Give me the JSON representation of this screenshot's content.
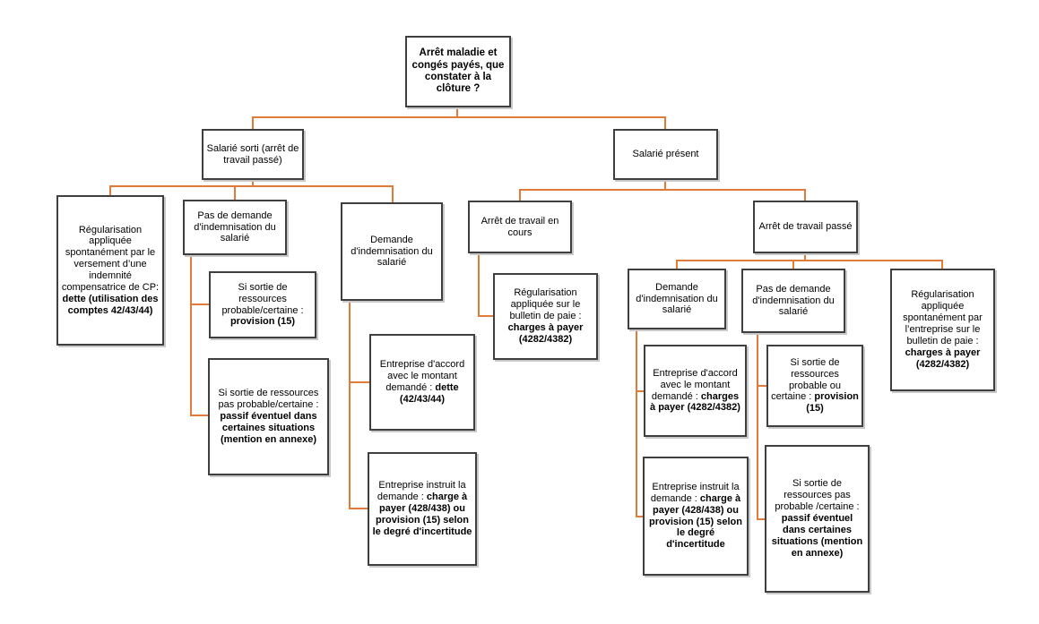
{
  "colors": {
    "connector": "#E07B39",
    "box_border": "#3F3F3F",
    "box_background": "#FFFFFF",
    "text": "#000000"
  },
  "nodes": {
    "root": {
      "pre": "",
      "bold": "Arrêt maladie et congés payés, que constater à la clôture ?"
    },
    "salarie_sorti": {
      "pre": "Salarié sorti (arrêt de travail passé)",
      "bold": ""
    },
    "salarie_present": {
      "pre": "Salarié présent",
      "bold": ""
    },
    "regularisation_indemnite_cp": {
      "pre": "Régularisation appliquée spontanément par le versement d’une indemnité compensatrice de CP: ",
      "bold": "dette (utilisation des comptes 42/43/44)"
    },
    "pas_demande_sorti": {
      "pre": "Pas de demande d'indemnisation du salarié",
      "bold": ""
    },
    "demande_sorti": {
      "pre": "Demande d'indemnisation du salarié",
      "bold": ""
    },
    "sortie_probable_sorti": {
      "pre": "Si sortie de ressources probable/certaine : ",
      "bold": "provision (15)"
    },
    "sortie_pas_probable_sorti": {
      "pre": "Si sortie de ressources pas probable/certaine : ",
      "bold": "passif éventuel dans certaines situations (mention en annexe)"
    },
    "entreprise_accord_sorti": {
      "pre": "Entreprise d'accord avec le montant demandé : ",
      "bold": "dette (42/43/44)"
    },
    "entreprise_instruit_sorti": {
      "pre": "Entreprise instruit la demande : ",
      "bold": "charge à payer (428/438) ou provision (15) selon le degré d'incertitude"
    },
    "arret_en_cours": {
      "pre": "Arrêt de travail en cours",
      "bold": ""
    },
    "regularisation_bulletin": {
      "pre": "Régularisation appliquée sur le bulletin de paie : ",
      "bold": "charges à payer (4282/4382)"
    },
    "arret_passe": {
      "pre": "Arrêt de travail passé",
      "bold": ""
    },
    "demande_present": {
      "pre": "Demande d'indemnisation du salarié",
      "bold": ""
    },
    "pas_demande_present": {
      "pre": "Pas de demande d'indemnisation du salarié",
      "bold": ""
    },
    "regularisation_spontanee_entreprise": {
      "pre": "Régularisation appliquée spontanément par l’entreprise sur le bulletin de paie : ",
      "bold": "charges à payer (4282/4382)"
    },
    "entreprise_accord_present": {
      "pre": "Entreprise d'accord avec le montant demandé : ",
      "bold": "charges à payer (4282/4382)"
    },
    "entreprise_instruit_present": {
      "pre": "Entreprise instruit la demande : ",
      "bold": "charge à payer (428/438) ou provision (15) selon le degré d'incertitude"
    },
    "sortie_probable_present": {
      "pre": "Si sortie de ressources probable ou certaine : ",
      "bold": "provision (15)"
    },
    "sortie_pas_probable_present": {
      "pre": "Si sortie de ressources pas probable /certaine : ",
      "bold": "passif éventuel dans certaines situations (mention en annexe)"
    }
  }
}
